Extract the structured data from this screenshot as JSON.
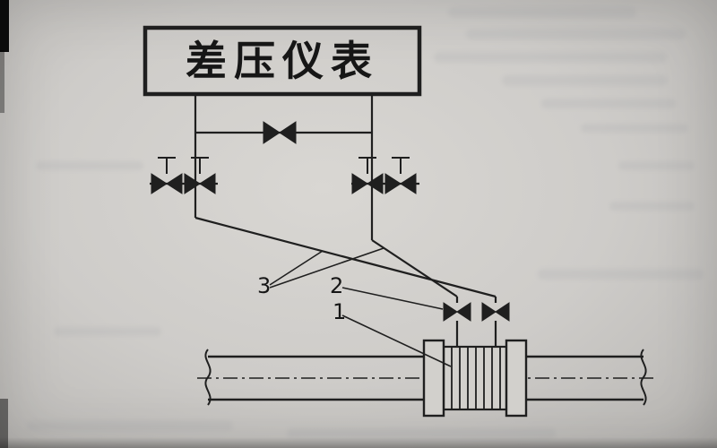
{
  "figure": {
    "title": "差压仪表",
    "callouts": {
      "n1": "1",
      "n2": "2",
      "n3": "3"
    }
  },
  "icons": {
    "equalizing_valve": "bowtie-valve",
    "isolation_valve": "bowtie-valve-with-stem",
    "tap_valve": "bowtie-valve",
    "pipe_break": "squiggle-break",
    "orifice_plate": "hatched-block-between-flanges"
  },
  "colors": {
    "ink": "#1f1f1f",
    "paper": "#d2d0cc"
  }
}
